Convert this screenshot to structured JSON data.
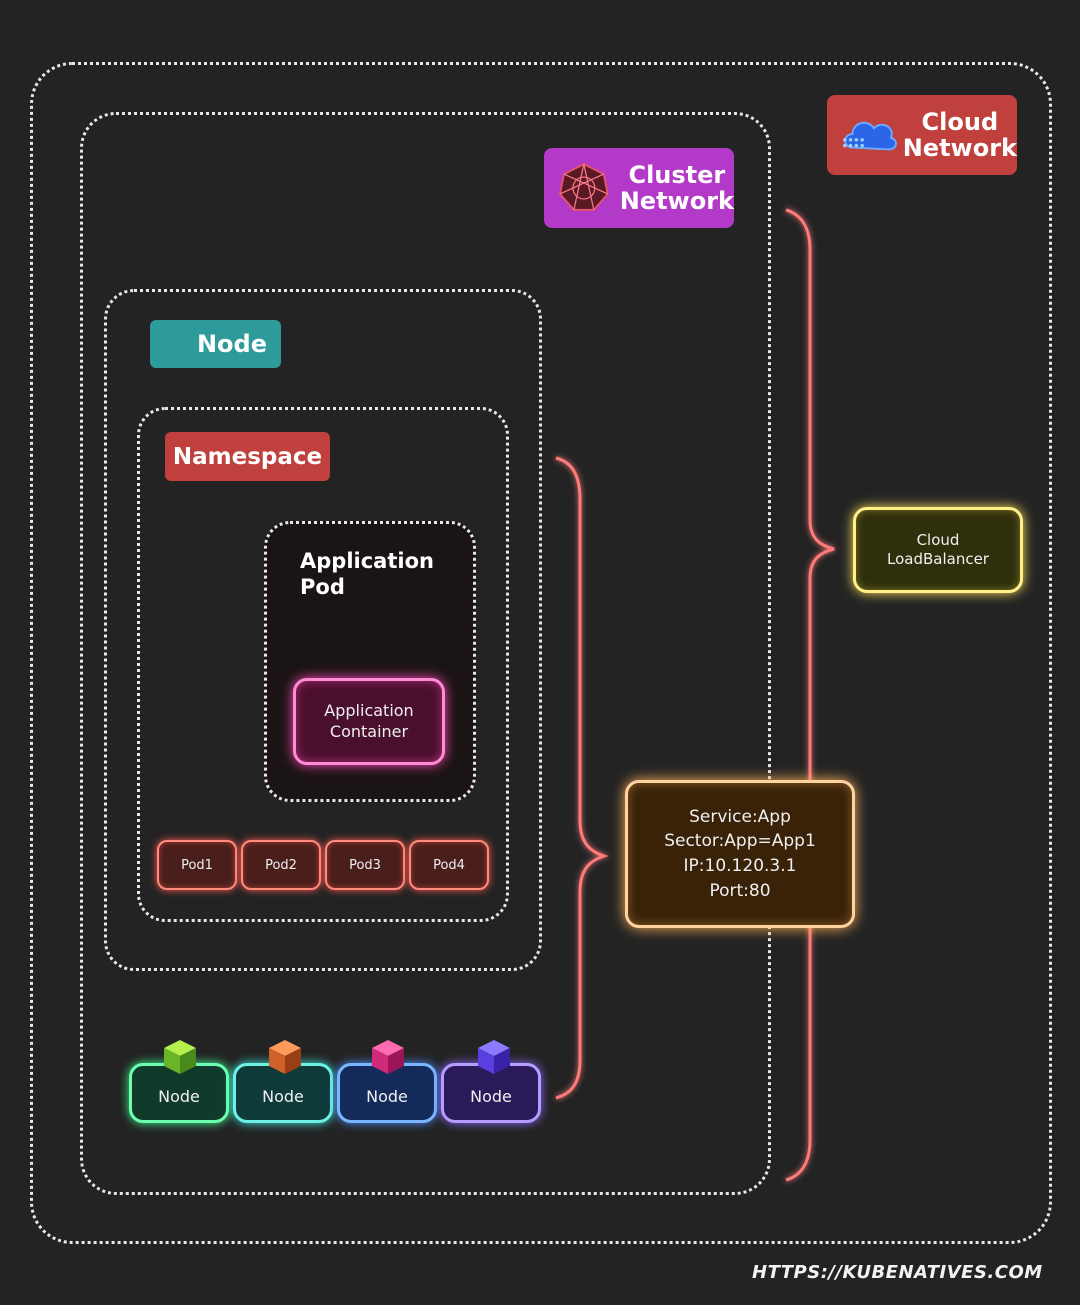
{
  "labels": {
    "cloud_network": "Cloud\nNetwork",
    "cluster_network": "Cluster\nNetwork",
    "node": "Node",
    "namespace": "Namespace",
    "application_pod": "Application\nPod"
  },
  "application_container": "Application\nContainer",
  "pods": [
    "Pod1",
    "Pod2",
    "Pod3",
    "Pod4"
  ],
  "nodes": [
    "Node",
    "Node",
    "Node",
    "Node"
  ],
  "service": {
    "line1": "Service:App",
    "line2": "Sector:App=App1",
    "line3": "IP:10.120.3.1",
    "line4": "Port:80"
  },
  "load_balancer": "Cloud\nLoadBalancer",
  "footer_url": "HTTPS://KUBENATIVES.COM",
  "colors": {
    "background": "#232323",
    "cloud_network": "#c0403e",
    "cluster_network": "#b339c8",
    "node_label": "#2e9b9a",
    "namespace_label": "#c0403e",
    "connector": "#ff6b6b",
    "service_border": "#f4c48a",
    "load_balancer_border": "#ffe36e",
    "container_border": "#ff7ad0"
  },
  "icons": {
    "cloud_network": "cloud-icon",
    "cluster_network": "network-globe-icon",
    "node_cube": "cube-icon"
  }
}
